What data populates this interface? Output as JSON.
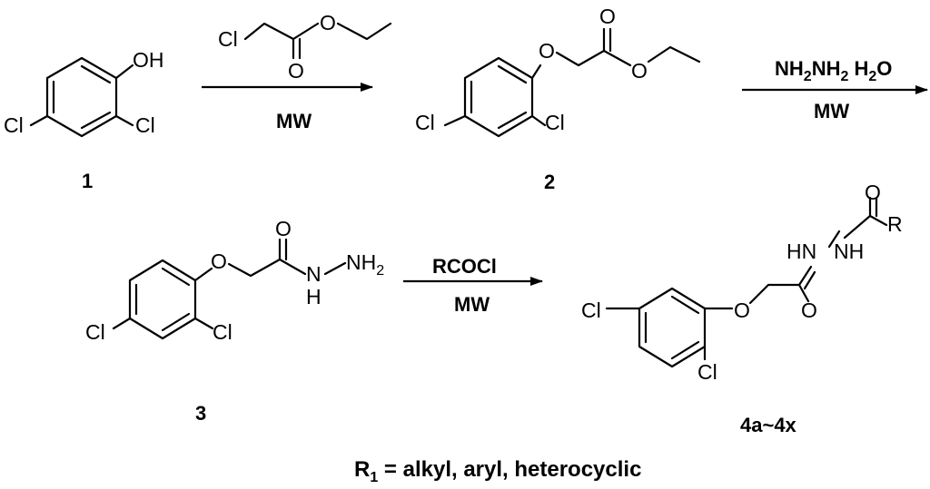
{
  "scheme": {
    "compound_1": {
      "number": "1",
      "oh": "OH",
      "cl_para": "Cl",
      "cl_ortho": "Cl"
    },
    "step_1": {
      "reagent_cl": "Cl",
      "reagent_o_ester": "O",
      "reagent_o_carbonyl": "O",
      "condition": "MW"
    },
    "compound_2": {
      "number": "2",
      "o_ether": "O",
      "o_carbonyl": "O",
      "o_ester": "O",
      "cl_para": "Cl",
      "cl_ortho": "Cl"
    },
    "step_2": {
      "reagent_parts": [
        "NH",
        "2",
        "NH",
        "2",
        " H",
        "2",
        "O"
      ],
      "condition": "MW"
    },
    "compound_3": {
      "number": "3",
      "o_ether": "O",
      "o_carbonyl": "O",
      "nh_h": "H",
      "n_nh": "N",
      "nh2_n": "N",
      "nh2_h": "H",
      "nh2_sub": "2",
      "cl_para": "Cl",
      "cl_ortho": "Cl"
    },
    "step_3": {
      "reagent": "RCOCl",
      "condition": "MW"
    },
    "compound_4": {
      "number": "4a~4x",
      "o_ether": "O",
      "o_carbonyl": "O",
      "o_acyl": "O",
      "r_group": "R",
      "hn": "HN",
      "nh": "NH",
      "cl_para": "Cl",
      "cl_ortho": "Cl"
    },
    "footnote": {
      "prefix": "R",
      "sub": "1",
      "suffix": " = alkyl, aryl, heterocyclic"
    }
  }
}
